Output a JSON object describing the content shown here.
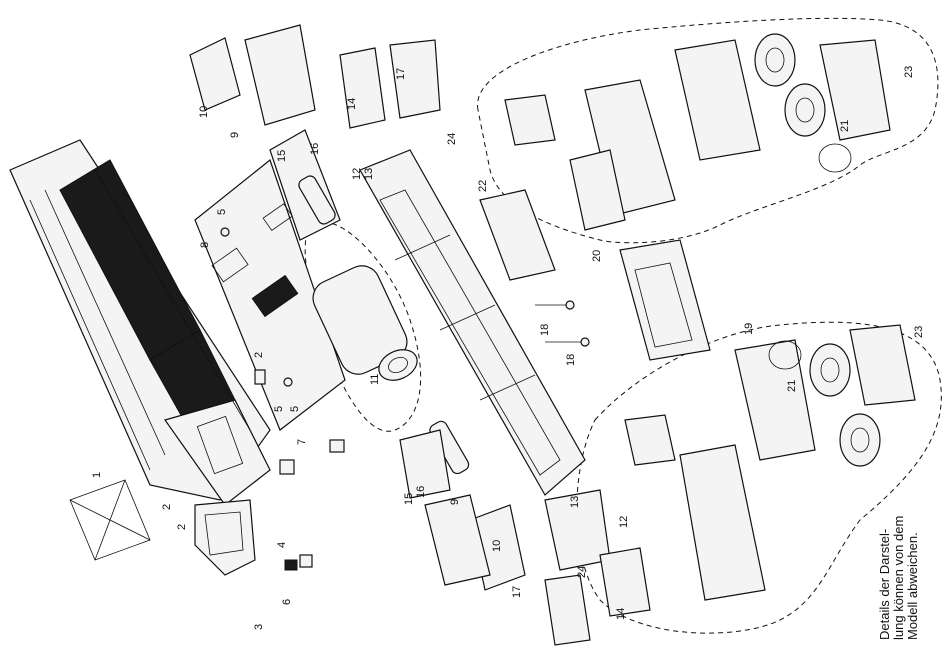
{
  "note": "Details der Darstel-\nlung können von dem\nModell abweichen.",
  "callouts": [
    "1",
    "2",
    "2",
    "2",
    "3",
    "4",
    "5",
    "5",
    "5",
    "6",
    "7",
    "8",
    "9",
    "9",
    "10",
    "10",
    "11",
    "12",
    "12",
    "13",
    "13",
    "14",
    "14",
    "15",
    "15",
    "16",
    "16",
    "17",
    "17",
    "18",
    "18",
    "19",
    "20",
    "21",
    "21",
    "22",
    "23",
    "23",
    "24",
    "24"
  ]
}
